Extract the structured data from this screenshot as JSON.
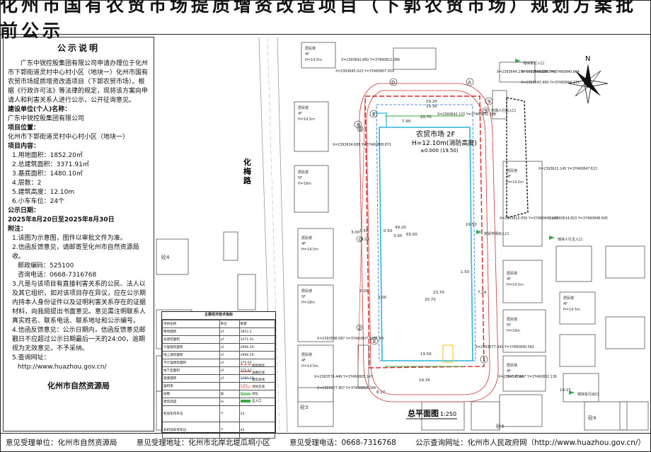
{
  "title": "化州市国有农贸市场提质增资改造项目（下郭农贸市场）规划方案批前公示",
  "notice": {
    "heading": "公示说明",
    "intro": "广东中锐控股集团有限公司申请办理位于化州市下郭街道灵村中心村小区（地块一）化州市国有农贸市场提质增资改造项目（下郭农贸市场）。根据《行政许可法》等法律的规定，现将该方案向申请人和利害关系人进行公示，公开征询意见。",
    "applicant_label": "建设单位(个人)名称：",
    "applicant": "广东中锐控股集团有限公司",
    "location_label": "项目位置：",
    "location": "化州市下郭街道灵村中心村小区（地块一）",
    "content_label": "项目内容：",
    "items": [
      "1.用地面积：1852.20㎡",
      "2.总建筑面积：3371.91㎡",
      "3.基底面积：1480.10㎡",
      "4.层数：2",
      "5.建筑高度：12.10m",
      "6.小车车位：24个"
    ],
    "date_label": "公示日期：",
    "date": "2025年8月20日至2025年8月30日",
    "notes_label": "附注：",
    "notes": [
      "1.该图为示意图，图件以审批文件为准。",
      "2.信函反馈意见，请邮寄至化州市自然资源局收。",
      "邮政编码：525100",
      "咨询电话：0668-7316768",
      "3.凡是与该项目有直接利害关系的公民、法人以及其它组织，如对该项目存在异议，应在公示期内持本人身份证件以及证明利害关系存在的证据材料，向我局提出书面意见。意见需注明联系人真实姓名、联系电话、联系地址和公示编号。",
      "4.信函反馈意见：公示日期内，信函反馈意见邮戳日不应超过公示日期最后一天的24:00，逾期视为无效意见，不予采纳。",
      "5.查询网址：",
      "http://www.huazhou.gov.cn/"
    ],
    "issuer": "化州市自然资源局"
  },
  "footer": {
    "unit": "意见受理单位：化州市自然资源局",
    "address": "意见受理地址：化州市北岸北堤瓜垌小区",
    "phone": "意见受理电话：0668-7316768",
    "website": "公示查询网址：化州市人民政府网（http://www.huazhou.gov.cn/）"
  },
  "plan": {
    "road": "化梅路",
    "main_building": "农贸市场 2F",
    "height": "H=12.10m(消防高度)",
    "elevation": "±0.000 (19.50)",
    "drawing_title": "总平面图",
    "scale": "1:250",
    "north": "N",
    "entrances": [
      "地块车行入口",
      "地块车行出口",
      "地块人行主入口",
      "市场人行出入口",
      "农贸市场出入口"
    ],
    "dims": [
      "19.20",
      "19.35",
      "7.90",
      "20.70",
      "23.70",
      "20.70",
      "3.00",
      "3.50",
      "0.50",
      "3.00",
      "49.20",
      "65.00",
      "6.00",
      "7.24",
      "1.50",
      "7.90",
      "19.50",
      "19.35",
      "19.50",
      "19.15",
      "4.00",
      "3.00",
      "8.17"
    ],
    "coords": [
      "X=2393642.682 Y=37460812.086",
      "X=2393645.023 Y=37460807.059",
      "X=2393644.270 Y=37460834.049",
      "X=2393644.080 Y=37460840.864",
      "X=2393643.990 Y=37460844.115",
      "X=2393642.115 Y=37460832.388",
      "X=2393634.688 Y=37460808.871",
      "X=2393621.145 Y=37460847.613",
      "X=2393615.050 Y=37460840.288",
      "X=2393614.823 Y=37460848.695",
      "X=2393586.087 Y=37460807.516",
      "X=2393577.341 Y=37460830.581",
      "X=2393576.449 Y=37460805.147",
      "X=2393575.697 Y=37460832.136",
      "X=2393577.907 Y=37460810.289"
    ],
    "points": [
      "A",
      "B",
      "C",
      "D",
      "E",
      "E",
      "1",
      "2",
      "8",
      "9",
      "9"
    ],
    "neighbors": [
      "砼4",
      "砼4",
      "砼4",
      "砼4",
      "砼3",
      "砼4",
      "砼4",
      "砼4"
    ]
  },
  "econ_table": {
    "title": "主要经济技术指标",
    "rows": [
      [
        "项目名称",
        "单位",
        "数量"
      ],
      [
        "用地面积",
        "㎡",
        "1852.2"
      ],
      [
        "总建筑面积",
        "㎡",
        "3371.91"
      ],
      [
        "计容建筑面积",
        "㎡",
        "2996.29"
      ],
      [
        "其中",
        "地上建筑面积",
        "㎡",
        "2996.29"
      ],
      [
        "不计容建筑面积",
        "㎡",
        "375.62"
      ],
      [
        "其中",
        "地下室面积",
        "㎡",
        "375.62"
      ],
      [
        "基底面积",
        "㎡",
        "1480.10"
      ],
      [
        "容积率",
        "",
        "1.62"
      ],
      [
        "层数",
        "层",
        "2"
      ],
      [
        "建筑高度",
        "m",
        "12.10"
      ],
      [
        "机动车停车位",
        "个",
        "24"
      ],
      [
        "非机动车停车位",
        "个",
        "42"
      ]
    ],
    "legend": [
      "规划地块",
      "道路红线",
      "建筑退线",
      "消防车道",
      "绿化",
      "出入口"
    ]
  },
  "colors": {
    "redline": "#e02020",
    "blueline": "#2a6ee0",
    "cyanline": "#2bb7d8",
    "road": "#cc3333"
  }
}
